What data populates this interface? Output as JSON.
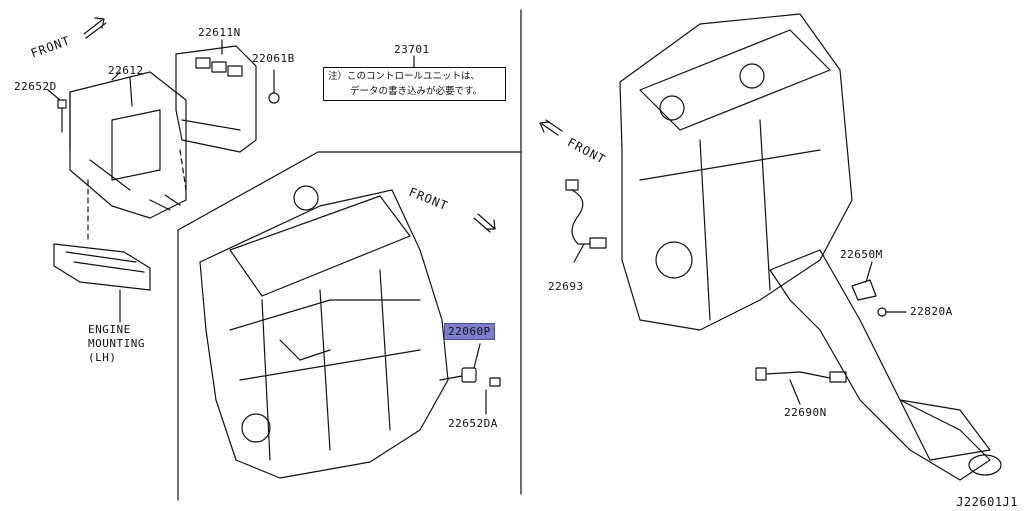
{
  "parts": {
    "p22611N": "22611N",
    "p22061B": "22061B",
    "p23701": "23701",
    "p22612": "22612",
    "p22652D": "22652D",
    "p22060P": "22060P",
    "p22652DA": "22652DA",
    "p22693": "22693",
    "p22650M": "22650M",
    "p22820A": "22820A",
    "p22690N": "22690N"
  },
  "note_lines": [
    "注）このコントロールユニットは、",
    "データの書き込みが必要です。"
  ],
  "engine_mounting": [
    "ENGINE",
    "MOUNTING",
    "(LH)"
  ],
  "front_label": "FRONT",
  "document_id": "J22601J1",
  "colors": {
    "highlight": "#7b7fc9",
    "ink": "#111111"
  }
}
